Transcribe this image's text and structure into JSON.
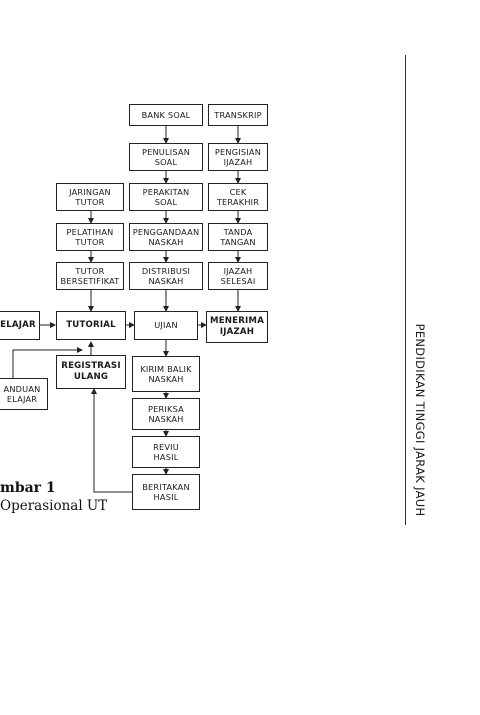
{
  "diagram": {
    "boxes": {
      "bank_soal": "BANK SOAL",
      "transkrip": "TRANSKRIP",
      "penulisan_soal": "PENULISAN\nSOAL",
      "pengisian_ijazah": "PENGISIAN\nIJAZAH",
      "jaringan_tutor": "JARINGAN\nTUTOR",
      "perakitan_soal": "PERAKITAN\nSOAL",
      "cek_terakhir": "CEK\nTERAKHIR",
      "pelatihan_tutor": "PELATIHAN\nTUTOR",
      "penggandaan_naskah": "PENGGANDAAN\nNASKAH",
      "tanda_tangan": "TANDA\nTANGAN",
      "tutor_bersetifikat": "TUTOR\nBERSETIFIKAT",
      "distribusi_naskah": "DISTRIBUSI\nNASKAH",
      "ijazah_selesai": "IJAZAH\nSELESAI",
      "belajar": "ELAJAR",
      "tutorial": "TUTORIAL",
      "ujian": "UJIAN",
      "menerima_ijazah": "MENERIMA\nIJAZAH",
      "registrasi_ulang": "REGISTRASI\nULANG",
      "kirim_balik_naskah": "KIRIM BALIK\nNASKAH",
      "panduan_belajar": "ANDUAN\nELAJAR",
      "periksa_naskah": "PERIKSA\nNASKAH",
      "reviu_hasil": "REVIU\nHASIL",
      "beritakan_hasil": "BERITAKAN\nHASIL"
    }
  },
  "caption": {
    "title": "mbar 1",
    "subtitle": "Operasional UT"
  },
  "running_head": "PENDIDIKAN TINGGI JARAK JAUH",
  "colors": {
    "line": "#222222",
    "background": "#ffffff"
  }
}
